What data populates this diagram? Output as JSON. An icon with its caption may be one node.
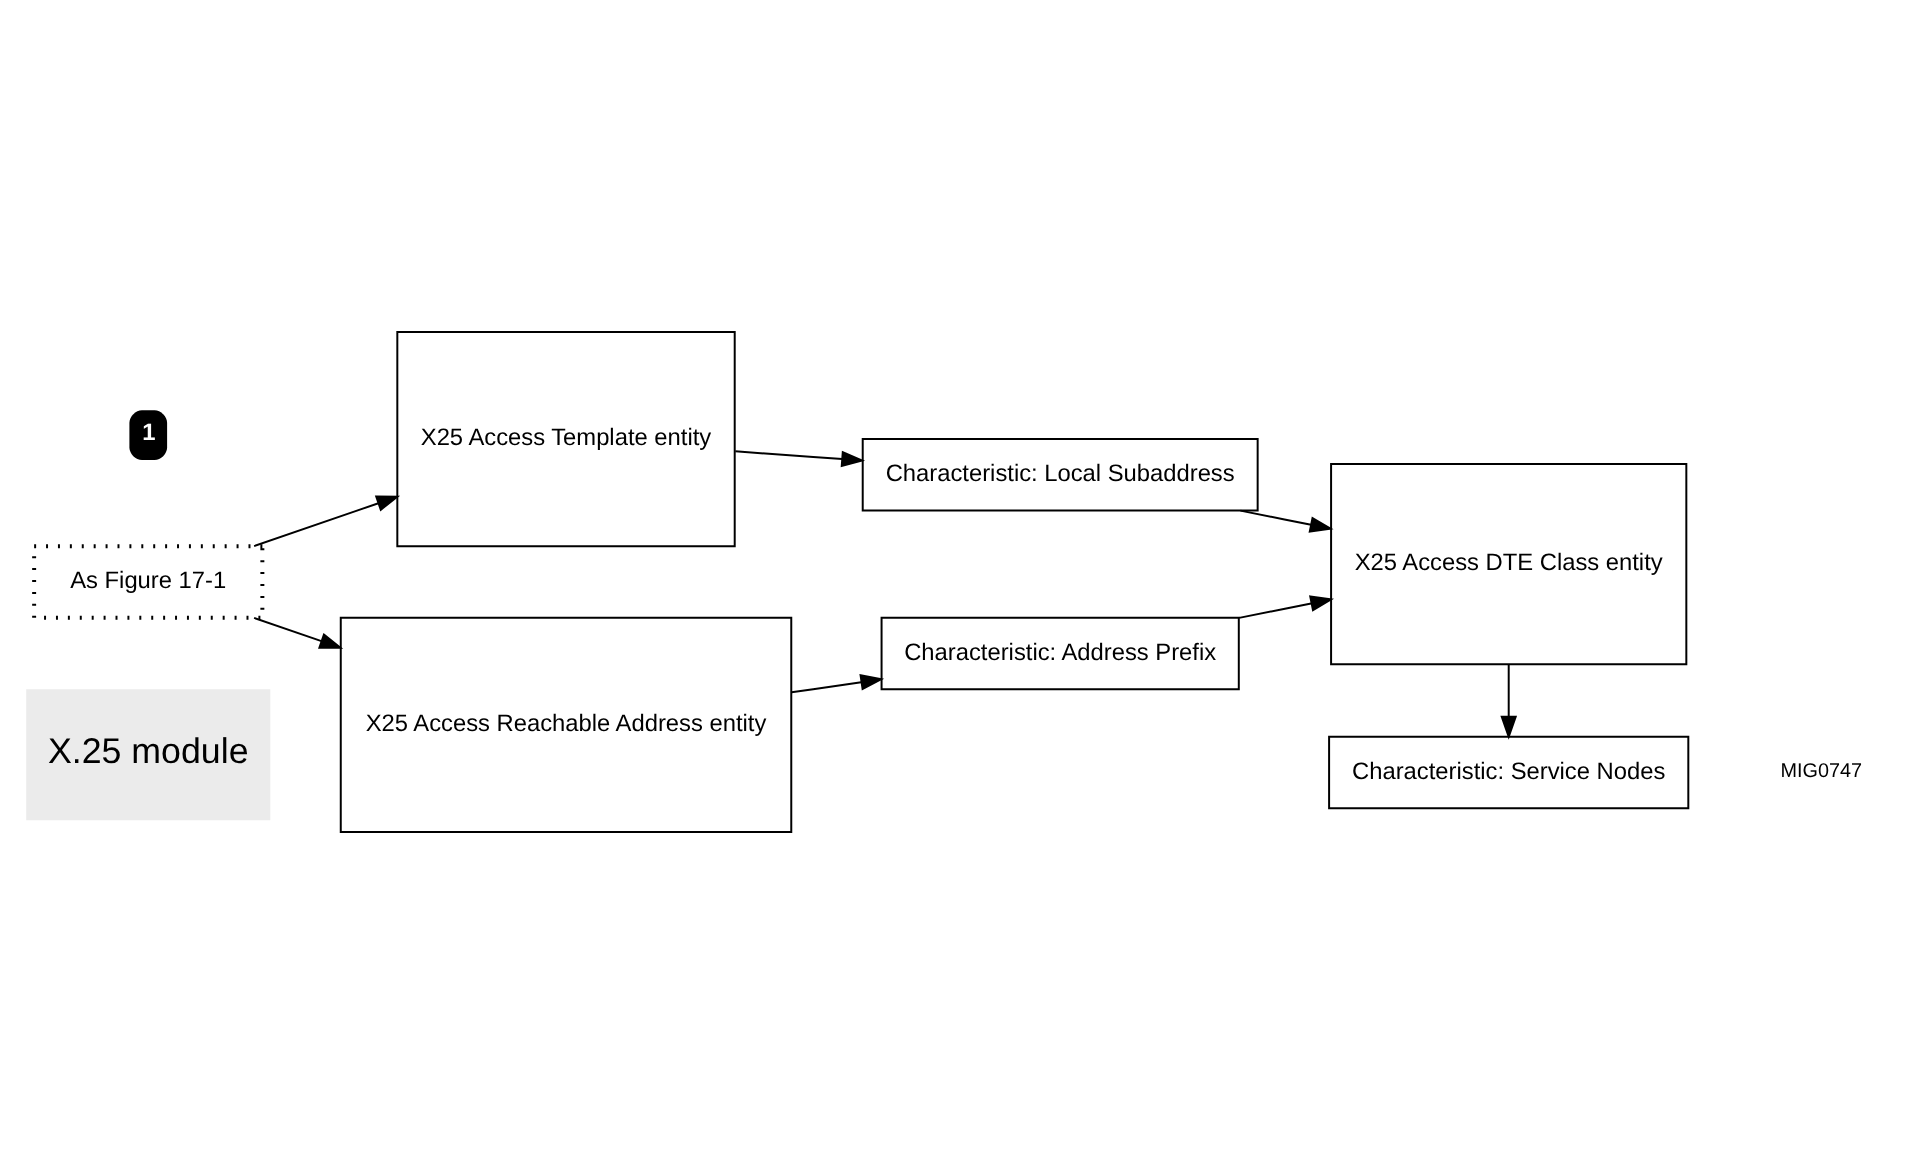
{
  "diagram": {
    "nodes": [
      {
        "text": [
          "X.25 module"
        ]
      },
      {
        "text": [
          "As Figure 17-1"
        ]
      },
      {
        "text": [
          "X25 Access Template entity"
        ]
      },
      {
        "text": [
          "Characteristic: Local Subaddress"
        ]
      },
      {
        "text": [
          "X25 Access DTE Class entity"
        ]
      },
      {
        "text": [
          "X25 Access Reachable Address entity"
        ]
      },
      {
        "text": [
          "Characteristic: Address Prefix"
        ]
      },
      {
        "text": [
          "Characteristic: Service Nodes"
        ]
      }
    ],
    "edges": [
      {
        "from": 1,
        "to": 2,
        "arrow": "to"
      },
      {
        "from": 1,
        "to": 5,
        "arrow": "to"
      },
      {
        "from": 2,
        "to": 3,
        "arrow": "to"
      },
      {
        "from": 5,
        "to": 6,
        "arrow": "to"
      },
      {
        "from": 3,
        "to": 4,
        "arrow": "to"
      },
      {
        "from": 6,
        "to": 4,
        "arrow": "to"
      },
      {
        "from": 4,
        "to": 7,
        "arrow": "to"
      }
    ],
    "labels": [
      "1",
      "MIG0747"
    ]
  }
}
